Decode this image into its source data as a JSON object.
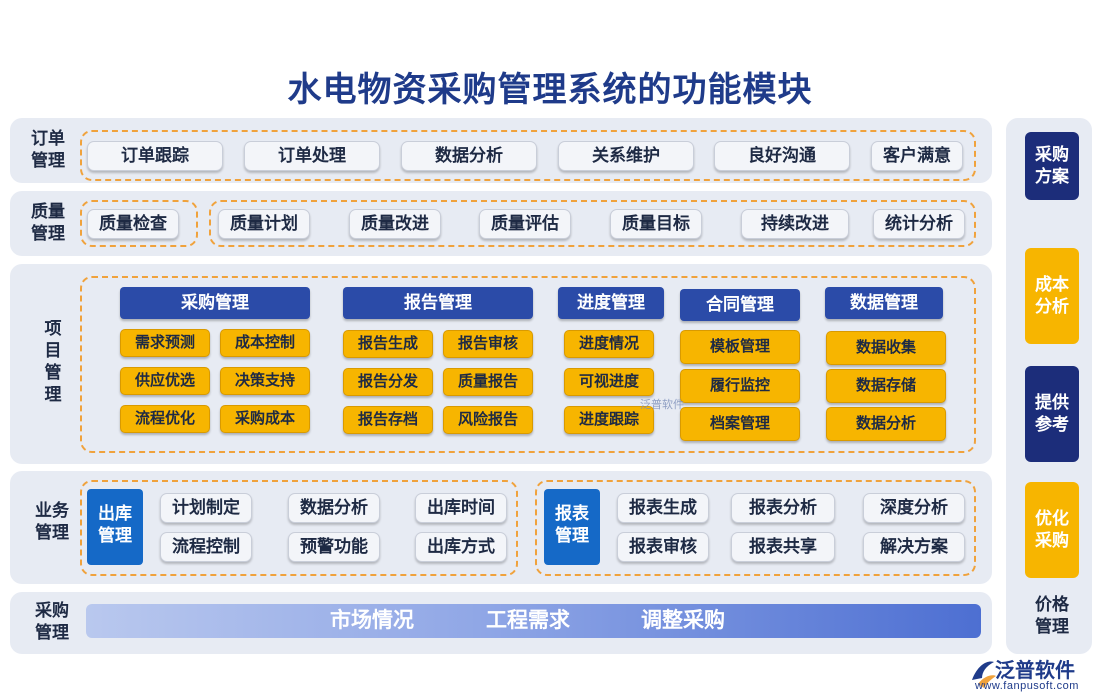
{
  "title": "水电物资采购管理系统的功能模块",
  "order": {
    "label": "订单\n管理",
    "items": [
      "订单跟踪",
      "订单处理",
      "数据分析",
      "关系维护",
      "良好沟通",
      "客户满意"
    ]
  },
  "quality": {
    "label": "质量\n管理",
    "first": "质量检查",
    "items": [
      "质量计划",
      "质量改进",
      "质量评估",
      "质量目标",
      "持续改进",
      "统计分析"
    ]
  },
  "project": {
    "label": "项\n目\n管\n理",
    "groups": [
      {
        "title": "采购管理",
        "items": [
          "需求预测",
          "成本控制",
          "供应优选",
          "决策支持",
          "流程优化",
          "采购成本"
        ]
      },
      {
        "title": "报告管理",
        "items": [
          "报告生成",
          "报告审核",
          "报告分发",
          "质量报告",
          "报告存档",
          "风险报告"
        ]
      },
      {
        "title": "进度管理",
        "items": [
          "进度情况",
          "可视进度",
          "进度跟踪"
        ]
      },
      {
        "title": "合同管理",
        "items": [
          "模板管理",
          "履行监控",
          "档案管理"
        ]
      },
      {
        "title": "数据管理",
        "items": [
          "数据收集",
          "数据存储",
          "数据分析"
        ]
      }
    ]
  },
  "business": {
    "label": "业务\n管理",
    "outbound": {
      "title": "出库\n管理",
      "items": [
        "计划制定",
        "数据分析",
        "出库时间",
        "流程控制",
        "预警功能",
        "出库方式"
      ]
    },
    "report": {
      "title": "报表\n管理",
      "items": [
        "报表生成",
        "报表分析",
        "深度分析",
        "报表审核",
        "报表共享",
        "解决方案"
      ]
    }
  },
  "procurement": {
    "label": "采购\n管理",
    "items": [
      "市场情况",
      "工程需求",
      "调整采购"
    ]
  },
  "side": {
    "items": [
      "采购\n方案",
      "成本\n分析",
      "提供\n参考",
      "优化\n采购"
    ],
    "bottom": "价格\n管理"
  },
  "watermark": "泛普软件",
  "logo": {
    "name": "泛普软件",
    "url": "www.fanpusoft.com"
  },
  "colors": {
    "navy": "#1c2d7a",
    "header_blue": "#2b4ba8",
    "yellow": "#f7b500",
    "box_blue": "#1569c7",
    "dash_orange": "#f0a23c",
    "band_gray": "#e7ebf3"
  }
}
